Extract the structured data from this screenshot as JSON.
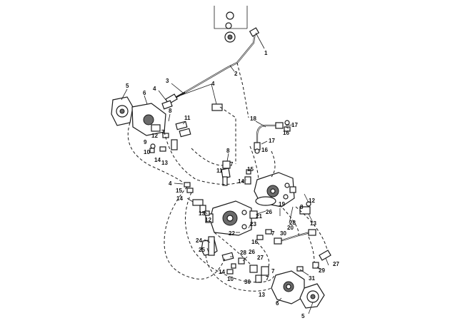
{
  "callouts": {
    "c1": "1",
    "c2": "2",
    "c3": "3",
    "c4a": "4",
    "c4b": "4",
    "c4c": "4",
    "c5a": "5",
    "c5b": "5",
    "c6a": "6",
    "c6b": "6",
    "c7a": "7",
    "c7b": "7",
    "c7c": "7",
    "c7d": "7",
    "c7e": "7",
    "c8a": "8",
    "c8b": "8",
    "c8c": "8",
    "c9a": "9",
    "c10a": "10",
    "c10b": "10",
    "c11a": "11",
    "c11b": "11",
    "c12a": "12",
    "c12b": "12",
    "c12c": "12",
    "c13a": "13",
    "c13b": "13",
    "c13c": "13",
    "c13d": "13",
    "c14a": "14",
    "c14b": "14",
    "c14c": "14",
    "c14d": "14",
    "c15a": "15",
    "c15b": "15",
    "c16a": "16",
    "c16b": "16",
    "c16c": "16",
    "c17a": "17",
    "c17b": "17",
    "c18": "18",
    "c19": "19",
    "c20": "20",
    "c21": "21",
    "c22": "22",
    "c23": "23",
    "c24": "24",
    "c25": "25",
    "c26a": "26",
    "c26b": "26",
    "c27a": "27",
    "c27b": "27",
    "c28a": "28",
    "c28b": "28",
    "c29": "29",
    "c30a": "30",
    "c30b": "30",
    "c31": "31"
  }
}
